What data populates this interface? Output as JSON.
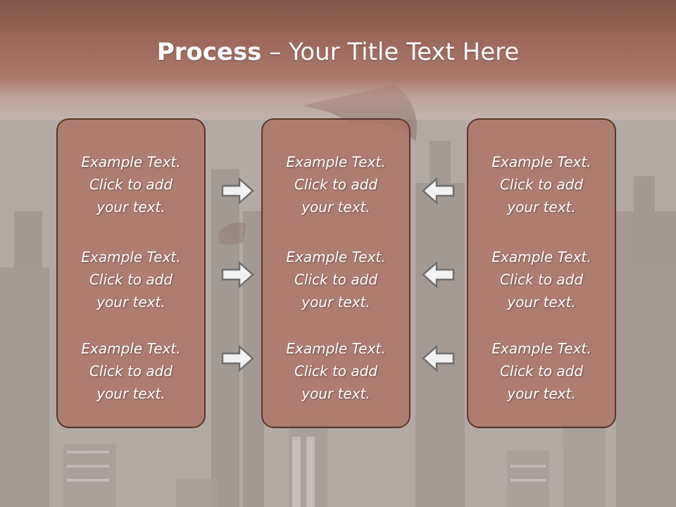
{
  "slide": {
    "title_bold": "Process",
    "title_rest": " – Your Title Text Here"
  },
  "columns": [
    {
      "items": [
        {
          "line1": "Example Text.",
          "line2": "Click  to add",
          "line3": "your text."
        },
        {
          "line1": "Example Text.",
          "line2": "Click  to add",
          "line3": "your text."
        },
        {
          "line1": "Example Text.",
          "line2": "Click  to add",
          "line3": "your text."
        }
      ]
    },
    {
      "items": [
        {
          "line1": "Example Text.",
          "line2": "Click  to add",
          "line3": "your text."
        },
        {
          "line1": "Example Text.",
          "line2": "Click  to add",
          "line3": "your text."
        },
        {
          "line1": "Example Text.",
          "line2": "Click  to add",
          "line3": "your text."
        }
      ]
    },
    {
      "items": [
        {
          "line1": "Example Text.",
          "line2": "Click  to add",
          "line3": "your text."
        },
        {
          "line1": "Example Text.",
          "line2": "Click  to add",
          "line3": "your text."
        },
        {
          "line1": "Example Text.",
          "line2": "Click  to add",
          "line3": "your text."
        }
      ]
    }
  ],
  "arrows": {
    "left_group_direction": "right",
    "right_group_direction": "left"
  },
  "colors": {
    "title_band": "#9c6a5a",
    "box_fill": "#ab7262",
    "box_border": "#5c3328",
    "arrow_fill": "#f2f2f2",
    "arrow_stroke": "#6e6e6e",
    "text": "#ffffff"
  }
}
